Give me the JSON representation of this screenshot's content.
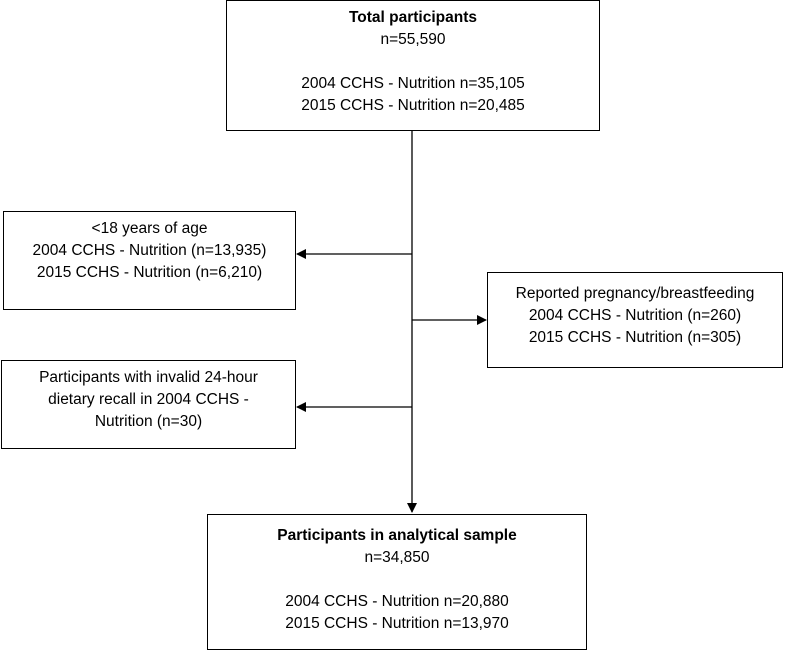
{
  "total": {
    "title": "Total participants",
    "n": "n=55,590",
    "line_2004": "2004 CCHS - Nutrition n=35,105",
    "line_2015": "2015 CCHS - Nutrition n=20,485"
  },
  "exclusion_age": {
    "title": "<18 years of age",
    "line_2004": "2004 CCHS - Nutrition (n=13,935)",
    "line_2015": "2015 CCHS - Nutrition (n=6,210)"
  },
  "exclusion_pregnancy": {
    "title": "Reported pregnancy/breastfeeding",
    "line_2004": "2004 CCHS - Nutrition (n=260)",
    "line_2015": "2015 CCHS - Nutrition (n=305)"
  },
  "exclusion_recall": {
    "line_1": "Participants with invalid 24-hour",
    "line_2": "dietary recall in 2004 CCHS -",
    "line_3": "Nutrition (n=30)"
  },
  "final": {
    "title": "Participants in analytical sample",
    "n": "n=34,850",
    "line_2004": "2004 CCHS - Nutrition n=20,880",
    "line_2015": "2015 CCHS - Nutrition n=13,970"
  }
}
